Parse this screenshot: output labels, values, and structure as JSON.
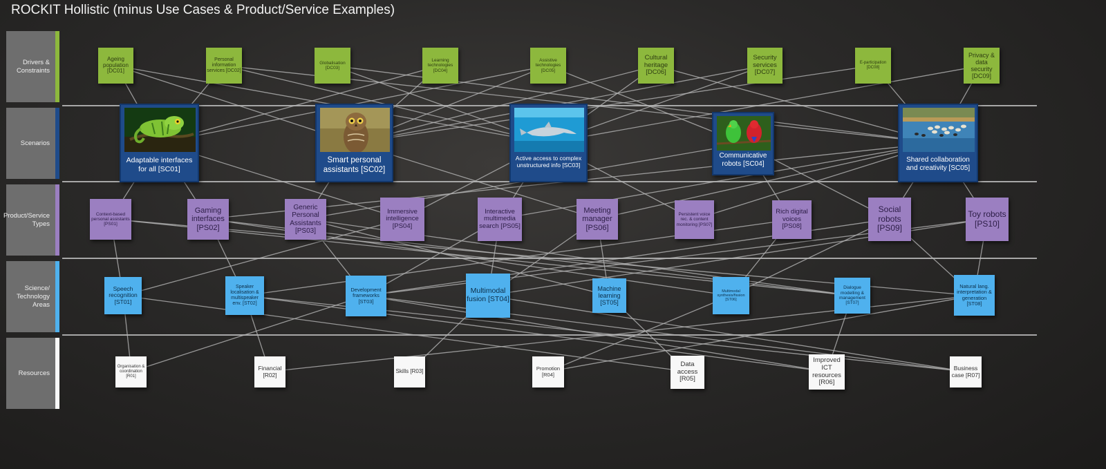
{
  "title": "ROCKIT Hollistic (minus Use Cases & Product/Service Examples)",
  "lanes": {
    "drivers": "Drivers & Constraints",
    "scenarios": "Scenarios",
    "products": "Product/Service Types",
    "science": "Science/ Technology Areas",
    "resources": "Resources"
  },
  "colors": {
    "drivers": "#8db83d",
    "scenarios": "#1f4b8a",
    "products": "#9b7fc1",
    "science": "#4fb1ee",
    "resources": "#f8f8f8"
  },
  "drivers": [
    {
      "id": "DC01",
      "label": "Ageing population [DC01]"
    },
    {
      "id": "DC02",
      "label": "Personal information services [DC02]"
    },
    {
      "id": "DC03",
      "label": "Globalisation [DC03]"
    },
    {
      "id": "DC04",
      "label": "Learning technologies [DC04]"
    },
    {
      "id": "DC05",
      "label": "Assistive technologies [DC05]"
    },
    {
      "id": "DC06",
      "label": "Cultural heritage [DC06]"
    },
    {
      "id": "DC07",
      "label": "Security services [DC07]"
    },
    {
      "id": "DC08",
      "label": "E-participation [DC08]"
    },
    {
      "id": "DC09",
      "label": "Privacy & data security [DC09]"
    }
  ],
  "scenarios": [
    {
      "id": "SC01",
      "label": "Adaptable interfaces for all [SC01]",
      "image": "chameleon"
    },
    {
      "id": "SC02",
      "label": "Smart personal assistants [SC02]",
      "image": "owl"
    },
    {
      "id": "SC03",
      "label": "Active access to complex unstructured info [SC03]",
      "image": "dolphin"
    },
    {
      "id": "SC04",
      "label": "Communicative robots [SC04]",
      "image": "parrots"
    },
    {
      "id": "SC05",
      "label": "Shared collaboration and creativity [SC05]",
      "image": "birds-on-water"
    }
  ],
  "products": [
    {
      "id": "PS01",
      "label": "Context-based personal assistants [PS01]"
    },
    {
      "id": "PS02",
      "label": "Gaming interfaces [PS02]"
    },
    {
      "id": "PS03",
      "label": "Generic Personal Assistants [PS03]"
    },
    {
      "id": "PS04",
      "label": "Immersive intelligence [PS04]"
    },
    {
      "id": "PS05",
      "label": "Interactive multimedia search [PS05]"
    },
    {
      "id": "PS06",
      "label": "Meeting manager [PS06]"
    },
    {
      "id": "PS07",
      "label": "Persistent voice rec. & content monitoring [PS07]"
    },
    {
      "id": "PS08",
      "label": "Rich digital voices [PS08]"
    },
    {
      "id": "PS09",
      "label": "Social robots [PS09]"
    },
    {
      "id": "PS10",
      "label": "Toy robots [PS10]"
    }
  ],
  "science": [
    {
      "id": "ST01",
      "label": "Speech recognition [ST01]"
    },
    {
      "id": "ST02",
      "label": "Speaker localisation & multispeaker env. [ST02]"
    },
    {
      "id": "ST03",
      "label": "Development frameworks [ST03]"
    },
    {
      "id": "ST04",
      "label": "Multimodal fusion [ST04]"
    },
    {
      "id": "ST05",
      "label": "Machine learning [ST05]"
    },
    {
      "id": "ST06",
      "label": "Multimodal synthesis/fission [ST06]"
    },
    {
      "id": "ST07",
      "label": "Dialogue modelling & management [ST07]"
    },
    {
      "id": "ST08",
      "label": "Natural lang. interpretation & generation [ST08]"
    }
  ],
  "resources": [
    {
      "id": "R01",
      "label": "Organisation & coordination [R01]"
    },
    {
      "id": "R02",
      "label": "Financial [R02]"
    },
    {
      "id": "R03",
      "label": "Skills [R03]"
    },
    {
      "id": "R04",
      "label": "Promotion [R04]"
    },
    {
      "id": "R05",
      "label": "Data access [R05]"
    },
    {
      "id": "R06",
      "label": "Improved ICT resources [R06]"
    },
    {
      "id": "R07",
      "label": "Business case [R07]"
    }
  ]
}
